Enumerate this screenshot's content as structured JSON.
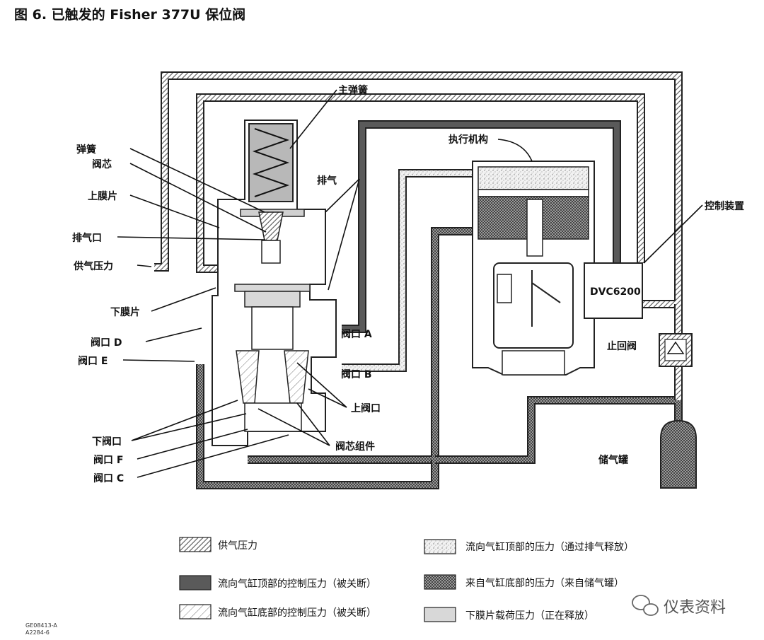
{
  "title": "图 6. 已触发的 Fisher 377U 保位阀",
  "labels": {
    "main_spring": "主弹簧",
    "spring": "弹簧",
    "plug": "阀芯",
    "upper_diaphragm": "上膜片",
    "exhaust_port": "排气口",
    "supply_pressure": "供气压力",
    "lower_diaphragm": "下膜片",
    "port_d": "阀口 D",
    "port_e": "阀口 E",
    "lower_port": "下阀口",
    "port_f": "阀口 F",
    "port_c": "阀口 C",
    "exhaust": "排气",
    "port_a": "阀口 A",
    "port_b": "阀口 B",
    "upper_port": "上阀口",
    "plug_assembly": "阀芯组件",
    "actuator": "执行机构",
    "controller": "控制装置",
    "dvc": "DVC6200",
    "check_valve": "止回阀",
    "volume_tank": "储气罐"
  },
  "legend": [
    {
      "label": "供气压力",
      "pattern": "diag-hatch"
    },
    {
      "label": "流向气缸顶部的控制压力（被关断）",
      "pattern": "dark-gray"
    },
    {
      "label": "流向气缸底部的控制压力（被关断）",
      "pattern": "light-hatch"
    },
    {
      "label": "流向气缸顶部的压力（通过排气释放）",
      "pattern": "speckle"
    },
    {
      "label": "来自气缸底部的压力（来自储气罐）",
      "pattern": "crosshatch"
    },
    {
      "label": "下膜片载荷压力（正在释放）",
      "pattern": "light-gray"
    }
  ],
  "codes": [
    "GE08413-A",
    "A2284-6"
  ],
  "watermark": "仪表资料",
  "colors": {
    "line": "#222222",
    "dark_pipe": "#555555",
    "light_fill": "#d8d8d8"
  }
}
